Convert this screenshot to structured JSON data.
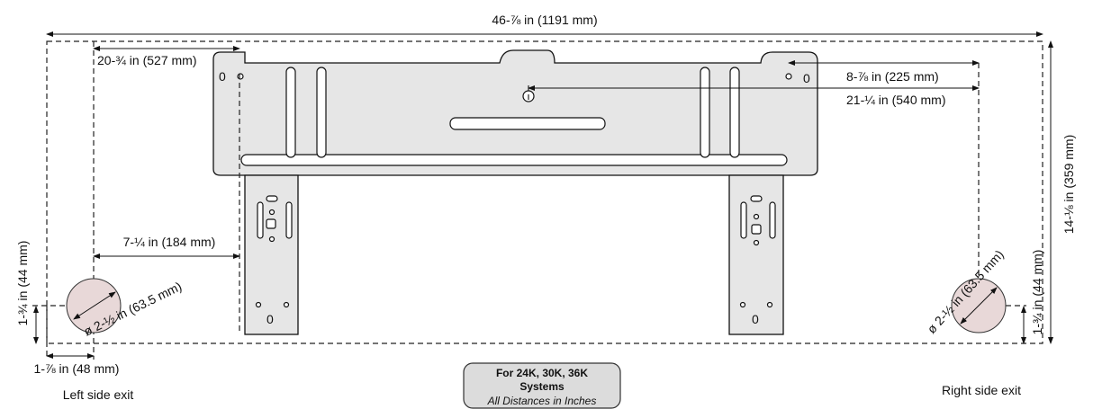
{
  "dimensions": {
    "overall_width": "46-⅞ in (1191 mm)",
    "left_to_screw": "20-¾ in (527 mm)",
    "right_screw": "8-⅞ in (225 mm)",
    "center_hole": "21-¼ in (540 mm)",
    "overall_height": "14-⅛ in (359 mm)",
    "left_to_leg": "7-¼ in (184 mm)",
    "left_hole_height": "1-¾ in (44 mm)",
    "right_hole_height": "1-¾ in (44 mm)",
    "left_hole_diameter": "ø 2-½ in (63.5 mm)",
    "right_hole_diameter": "ø 2-½ in (63.5 mm)",
    "left_hole_offset": "1-⅞ in (48 mm)"
  },
  "labels": {
    "left_exit": "Left side exit",
    "right_exit": "Right side exit"
  },
  "note": {
    "line1": "For 24K, 30K, 36K",
    "line2": "Systems",
    "line3": "All Distances in Inches"
  },
  "colors": {
    "plate": "#e6e6e6",
    "hole": "#e8d8d8",
    "note_bg": "#dcdcdc"
  }
}
